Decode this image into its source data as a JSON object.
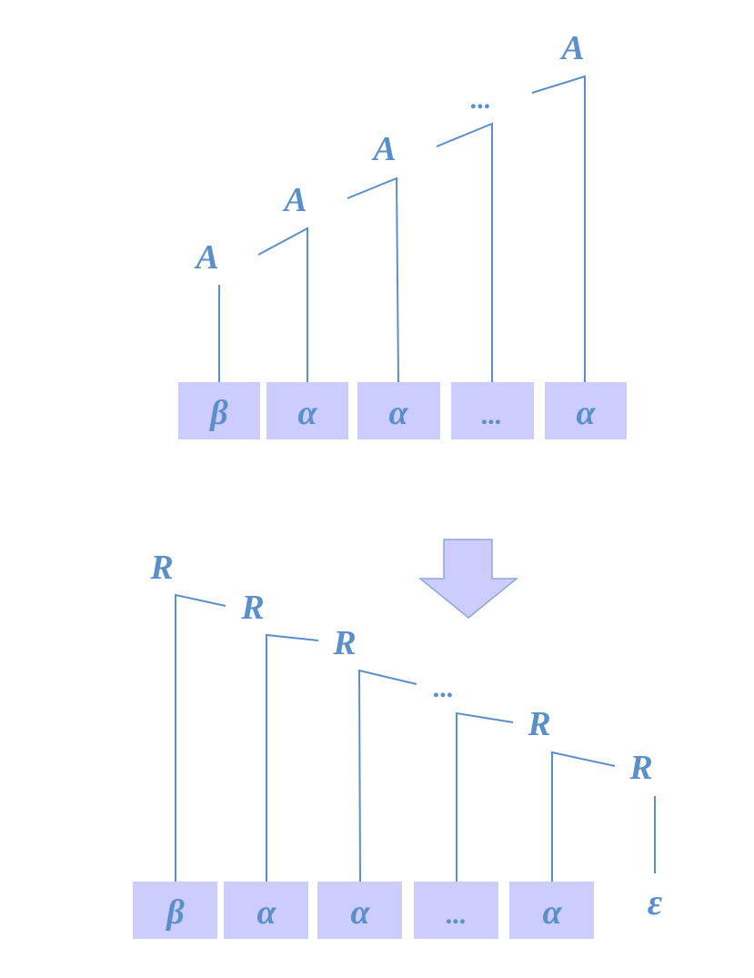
{
  "top_tree": {
    "node_labels": [
      "A",
      "A",
      "A",
      "...",
      "A"
    ],
    "leaves": [
      "β",
      "α",
      "α",
      "...",
      "α"
    ]
  },
  "bottom_tree": {
    "node_labels": [
      "R",
      "R",
      "R",
      "...",
      "R",
      "R"
    ],
    "leaves": [
      "β",
      "α",
      "α",
      "...",
      "α"
    ],
    "epsilon": "ε"
  },
  "colors": {
    "accent": "#5b8fca",
    "box_fill": "#ccccff",
    "arrow_stroke": "#8fa7d8"
  },
  "icons": {
    "transform_arrow": "down-arrow-icon"
  }
}
